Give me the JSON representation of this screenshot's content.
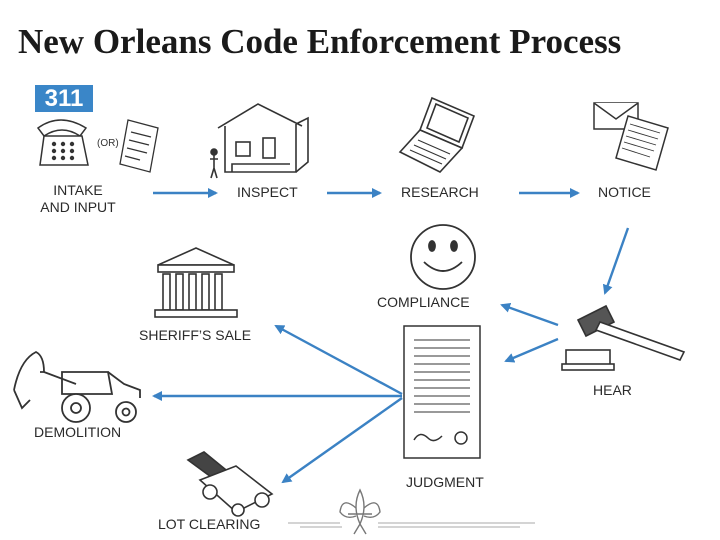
{
  "title": "New Orleans Code Enforcement Process",
  "badge": "311",
  "or_text": "(OR)",
  "colors": {
    "arrow": "#3b82c4",
    "badge": "#3a86c8",
    "line_art": "#333333"
  },
  "steps": {
    "intake_line1": "INTAKE",
    "intake_line2": "AND INPUT",
    "inspect": "INSPECT",
    "research": "RESEARCH",
    "notice": "NOTICE",
    "compliance": "COMPLIANCE",
    "hear": "HEAR",
    "sheriffs_sale": "SHERIFF’S SALE",
    "demolition": "DEMOLITION",
    "judgment": "JUDGMENT",
    "lot_clearing": "LOT CLEARING"
  },
  "icons": [
    "telephone-icon",
    "document-icon",
    "house-icon",
    "laptop-icon",
    "envelope-icon",
    "smiley-icon",
    "courthouse-icon",
    "gavel-icon",
    "backhoe-icon",
    "judgment-document-icon",
    "lawnmower-icon",
    "fleur-de-lis-icon"
  ]
}
